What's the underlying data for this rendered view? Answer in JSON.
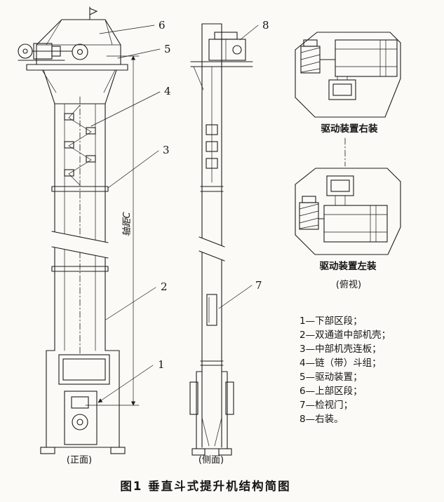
{
  "figure": {
    "caption": "图1  垂直斗式提升机结构简图",
    "axis_distance_label": "轴距C",
    "views": {
      "front": "(正面)",
      "side": "(侧面)",
      "top": "(俯视)"
    },
    "drive_views": {
      "right_mount": "驱动装置右装",
      "left_mount": "驱动装置左装"
    },
    "callouts": [
      "1",
      "2",
      "3",
      "4",
      "5",
      "6",
      "7",
      "8"
    ],
    "legend": [
      "1—下部区段；",
      "2—双通道中部机壳；",
      "3—中部机壳连板；",
      "4—链（带）斗组；",
      "5—驱动装置；",
      "6—上部区段；",
      "7—检视门；",
      "8—右装。"
    ]
  }
}
